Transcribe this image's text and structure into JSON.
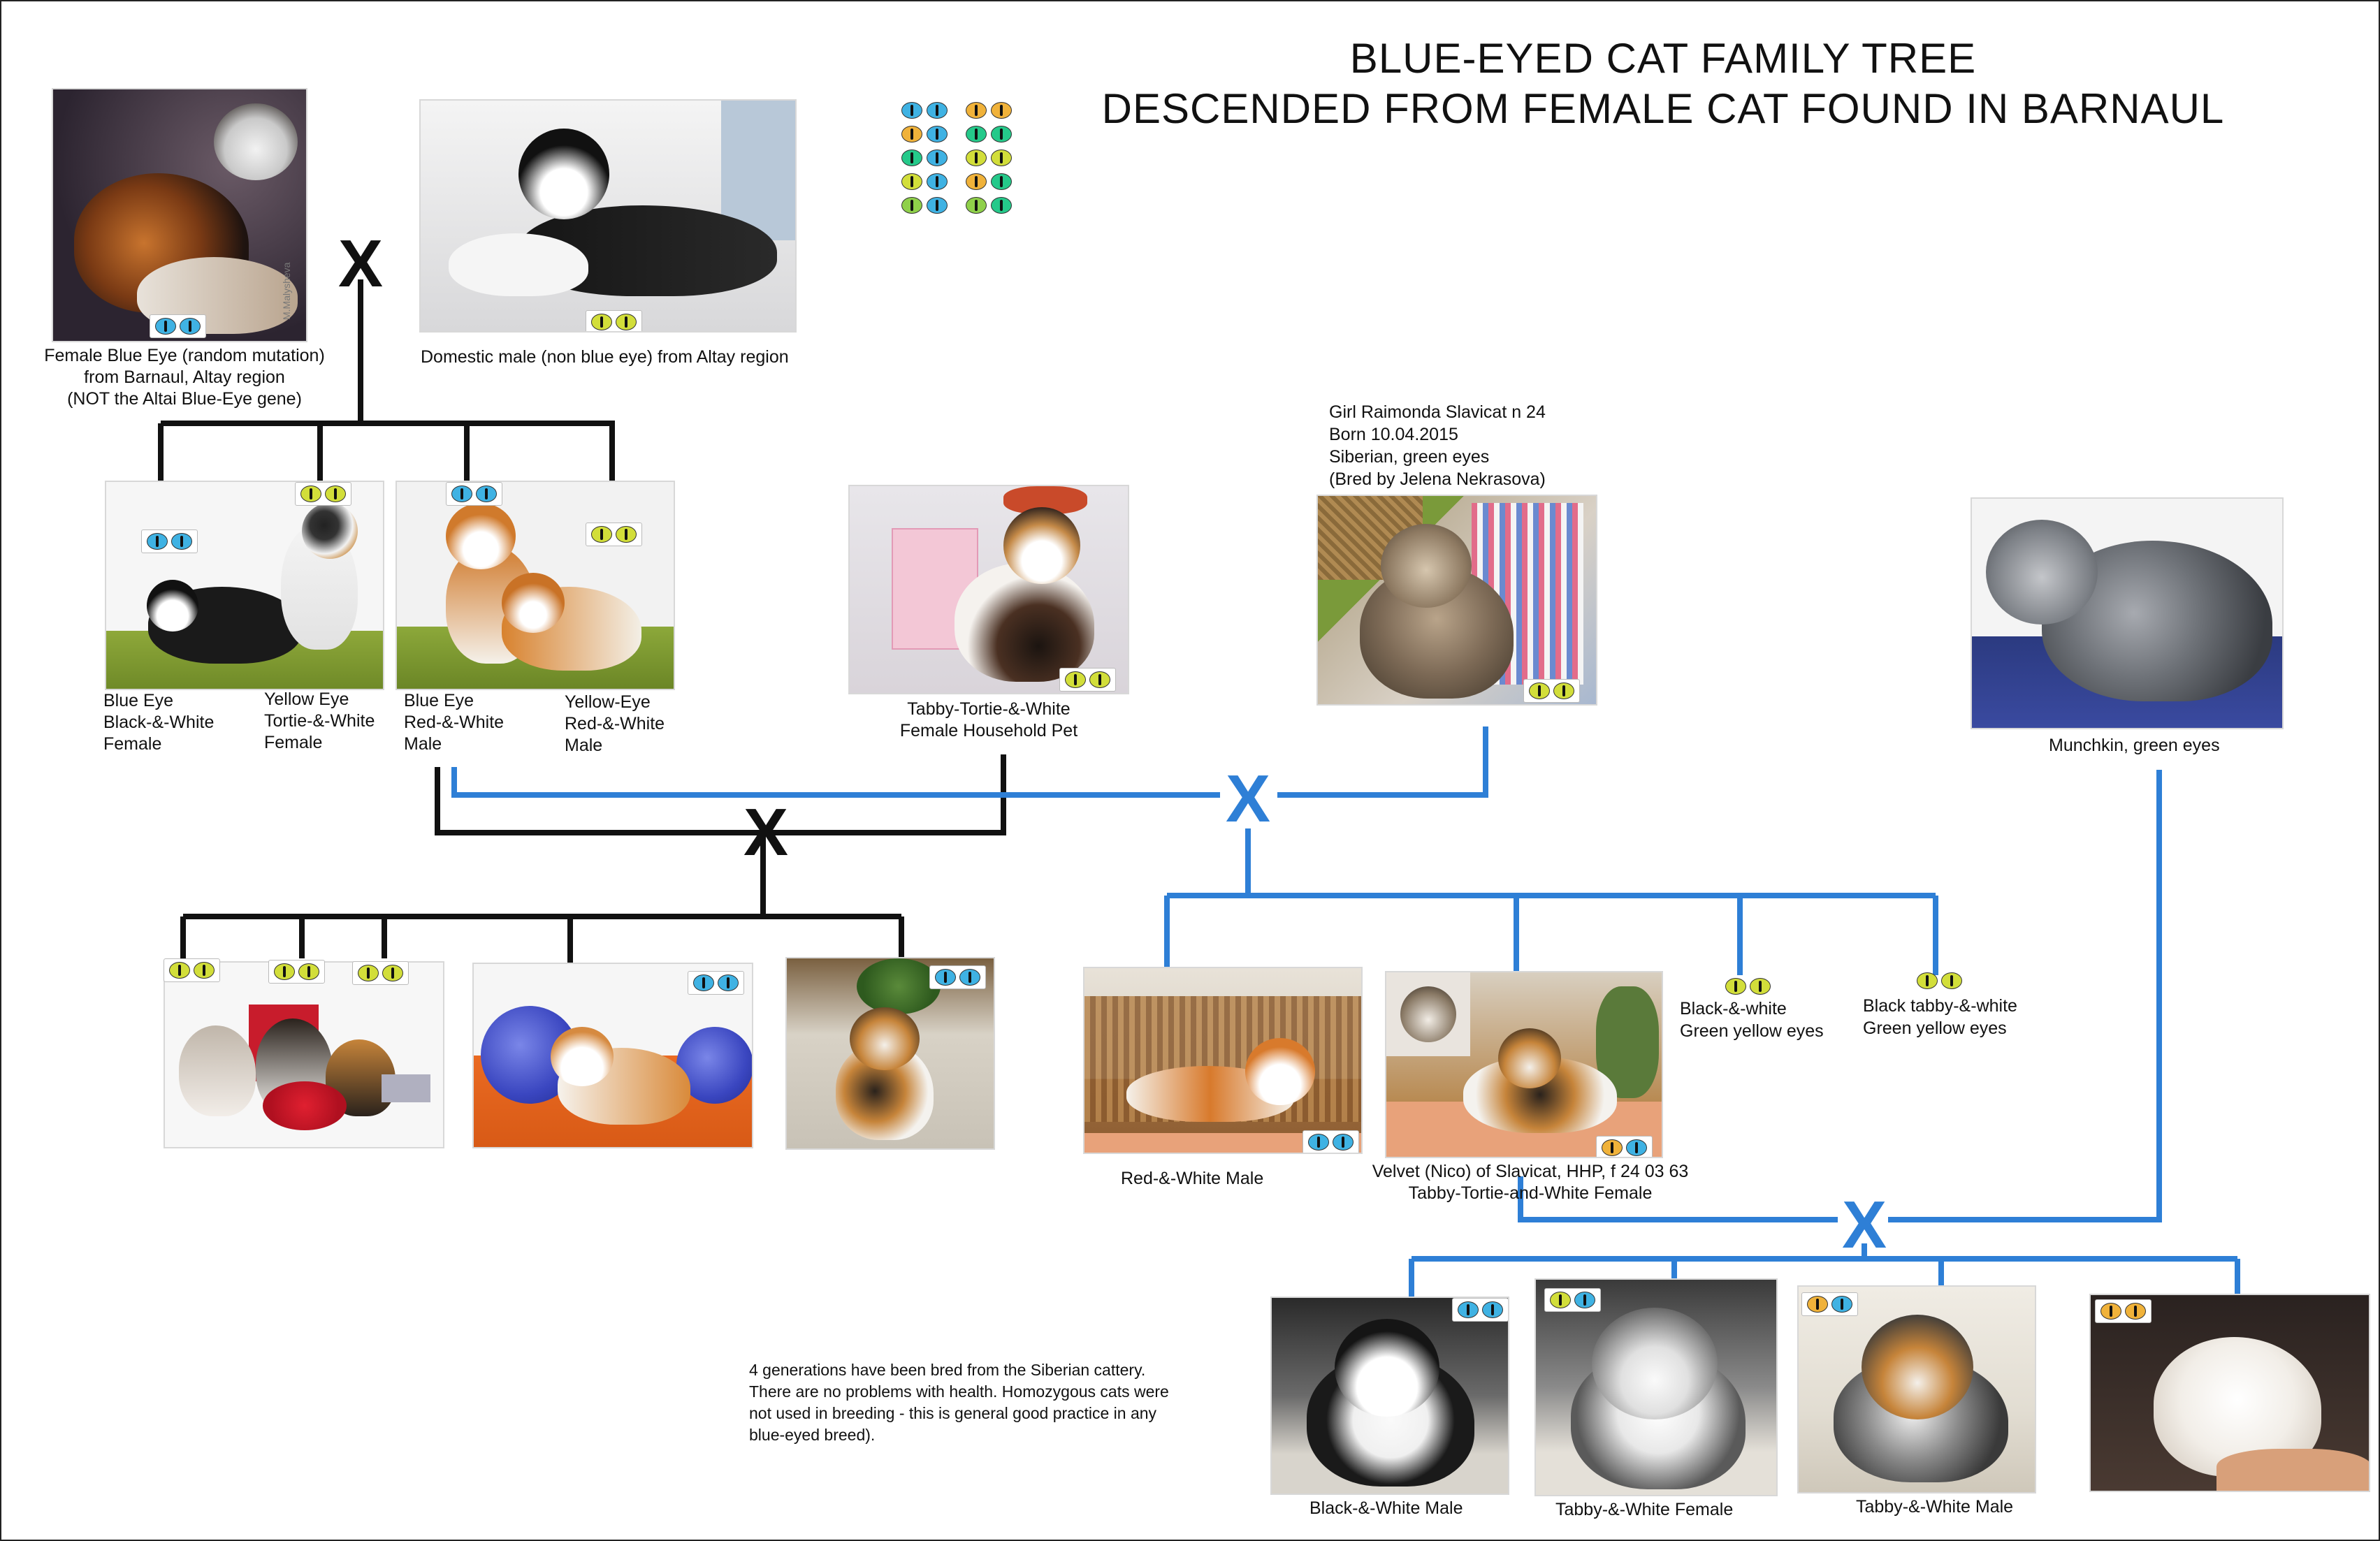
{
  "title": {
    "line1": "BLUE-EYED CAT FAMILY TREE",
    "line2": "DESCENDED FROM FEMALE CAT FOUND IN BARNAUL"
  },
  "legend": [
    [
      "blue",
      "blue"
    ],
    [
      "orange",
      "orange"
    ],
    [
      "orange",
      "blue"
    ],
    [
      "teal",
      "teal"
    ],
    [
      "teal",
      "blue"
    ],
    [
      "yellow",
      "yellow"
    ],
    [
      "yellow",
      "blue"
    ],
    [
      "orange",
      "teal"
    ],
    [
      "green",
      "blue"
    ],
    [
      "green",
      "teal"
    ]
  ],
  "colors": {
    "black_line": "#111111",
    "blue_line": "#2e7fd6",
    "blue_eye": "#3fb2e3",
    "yellow_eye": "#d2de3a",
    "green_eye": "#8fd04a",
    "orange_eye": "#f0b23a"
  },
  "cross_symbol": "X",
  "founder": {
    "caption": [
      "Female  Blue Eye (random mutation)",
      "from Barnaul, Altay region",
      "(NOT the Altai Blue-Eye gene)"
    ],
    "eyes": [
      "blue",
      "blue"
    ],
    "watermark": "M.Malysheva"
  },
  "domestic_male": {
    "caption": "Domestic male (non blue eye) from Altay region",
    "eyes": [
      "yellow",
      "yellow"
    ]
  },
  "gen2": {
    "blue_bw_female": [
      "Blue Eye",
      "Black-&-White",
      "Female"
    ],
    "yellow_tortie_female": [
      "Yellow Eye",
      "Tortie-&-White",
      "Female"
    ],
    "blue_rw_male": [
      "Blue Eye",
      "Red-&-White",
      "Male"
    ],
    "yellow_rw_male": [
      "Yellow-Eye",
      "Red-&-White",
      "Male"
    ]
  },
  "tabby_tortie_pet": {
    "caption": [
      "Tabby-Tortie-&-White",
      "Female  Household Pet"
    ],
    "eyes": [
      "yellow",
      "yellow"
    ]
  },
  "raimonda": {
    "caption": [
      "Girl Raimonda Slavicat n 24",
      "Born 10.04.2015",
      "Siberian, green eyes",
      "(Bred by Jelena Nekrasova)"
    ],
    "eyes": [
      "yellow",
      "yellow"
    ]
  },
  "munchkin": {
    "caption": "Munchkin, green eyes"
  },
  "gen3_black_litter": {
    "eyes": [
      [
        "yellow",
        "yellow"
      ],
      [
        "yellow",
        "yellow"
      ],
      [
        "yellow",
        "yellow"
      ],
      [
        "blue",
        "blue"
      ],
      [
        "blue",
        "blue"
      ]
    ]
  },
  "gen3_blue_litter": {
    "red_white_male": "Red-&-White Male",
    "velvet": [
      "Velvet (Nico) of Slavicat, HHP,  f 24 03 63",
      "Tabby-Tortie-and-White Female"
    ],
    "black_white_green": [
      "Black-&-white",
      "Green yellow eyes"
    ],
    "black_tabby_green": [
      "Black tabby-&-white",
      "Green yellow eyes"
    ],
    "eyes": [
      [
        "blue",
        "blue"
      ],
      [
        "orange",
        "blue"
      ],
      [
        "yellow",
        "yellow"
      ],
      [
        "yellow",
        "yellow"
      ]
    ]
  },
  "gen4": {
    "black_white_male": "Black-&-White Male",
    "tabby_white_female": "Tabby-&-White Female",
    "tabby_white_male": "Tabby-&-White Male",
    "eyes": [
      [
        "blue",
        "blue"
      ],
      [
        "yellow",
        "blue"
      ],
      [
        "orange",
        "blue"
      ],
      [
        "orange",
        "orange"
      ]
    ]
  },
  "note": [
    "4 generations have been bred from the Siberian cattery.",
    "There are no problems with health.  Homozygous cats were",
    "not used in breeding  - this is general good practice in any",
    "blue-eyed breed)."
  ]
}
